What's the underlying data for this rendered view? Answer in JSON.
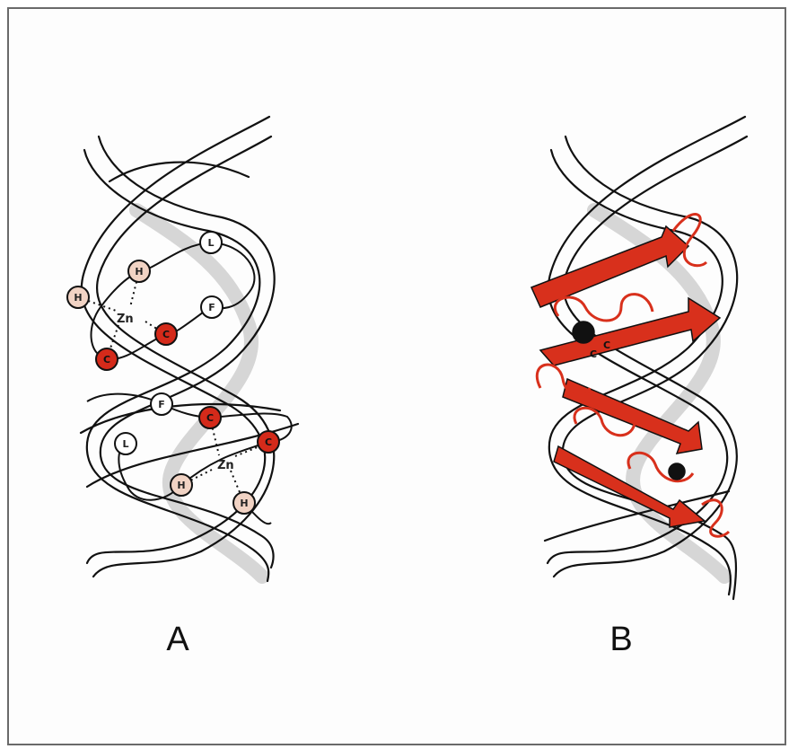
{
  "panels": [
    {
      "label": "A",
      "zinc_sites": [
        {
          "label": "Zn",
          "ligands": [
            "H",
            "H",
            "C",
            "C"
          ]
        },
        {
          "label": "Zn",
          "ligands": [
            "C",
            "C",
            "H",
            "H"
          ]
        }
      ],
      "residues": [
        {
          "letter": "L",
          "kind": "conserved"
        },
        {
          "letter": "H",
          "kind": "histidine"
        },
        {
          "letter": "H",
          "kind": "histidine"
        },
        {
          "letter": "F",
          "kind": "conserved"
        },
        {
          "letter": "C",
          "kind": "cysteine"
        },
        {
          "letter": "C",
          "kind": "cysteine"
        },
        {
          "letter": "F",
          "kind": "conserved"
        },
        {
          "letter": "C",
          "kind": "cysteine"
        },
        {
          "letter": "L",
          "kind": "conserved"
        },
        {
          "letter": "C",
          "kind": "cysteine"
        },
        {
          "letter": "H",
          "kind": "histidine"
        },
        {
          "letter": "H",
          "kind": "histidine"
        }
      ]
    },
    {
      "label": "B",
      "annotations": [
        "C",
        "C"
      ]
    }
  ],
  "colors": {
    "cysteine": "#d42a1a",
    "histidine": "#f1d3c4",
    "conserved": "#ffffff",
    "protein": "#d8301c",
    "dna_shadow": "#d6d6d6",
    "outline": "#111111",
    "frame": "#6a6a6a"
  }
}
